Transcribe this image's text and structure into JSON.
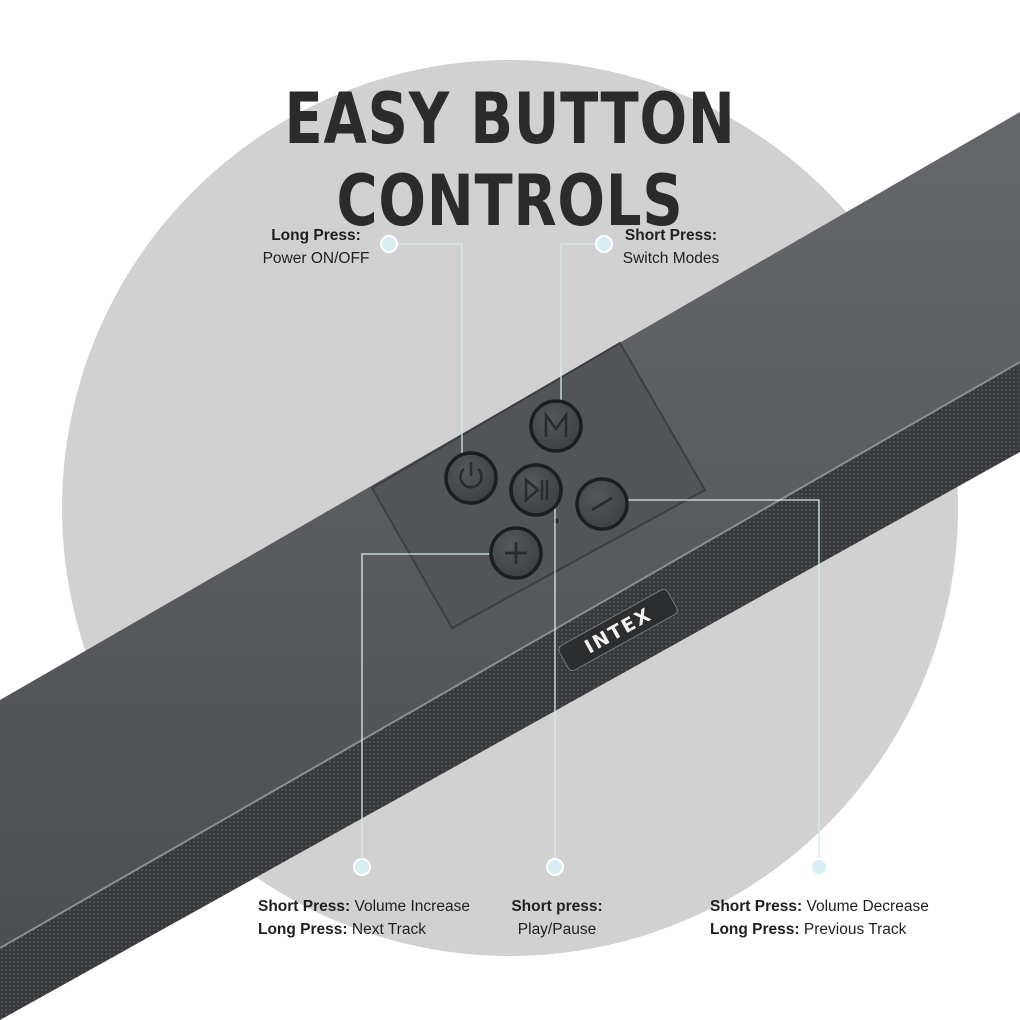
{
  "title": "EASY BUTTON CONTROLS",
  "brand": "INTEX",
  "colors": {
    "background": "#ffffff",
    "circle": "#d1d1d1",
    "bar_top": "#5a5c5f",
    "grille": "#3a3b3d",
    "callout": "#cfe6ea"
  },
  "buttons": [
    {
      "name": "power",
      "icon": "power-icon"
    },
    {
      "name": "mode",
      "icon": "mode-m-icon"
    },
    {
      "name": "play-pause",
      "icon": "play-pause-icon"
    },
    {
      "name": "volume-down",
      "icon": "minus-icon"
    },
    {
      "name": "volume-up",
      "icon": "plus-icon"
    }
  ],
  "callouts": {
    "power": {
      "label": "Long Press:",
      "desc": "Power ON/OFF"
    },
    "mode": {
      "label": "Short Press:",
      "desc": "Switch Modes"
    },
    "volume_up": {
      "label1": "Short Press:",
      "desc1": " Volume Increase",
      "label2": "Long Press:",
      "desc2": " Next Track"
    },
    "play_pause": {
      "label": "Short press:",
      "desc": "Play/Pause"
    },
    "volume_down": {
      "label1": "Short Press:",
      "desc1": " Volume Decrease",
      "label2": "Long Press:",
      "desc2": " Previous Track"
    }
  }
}
